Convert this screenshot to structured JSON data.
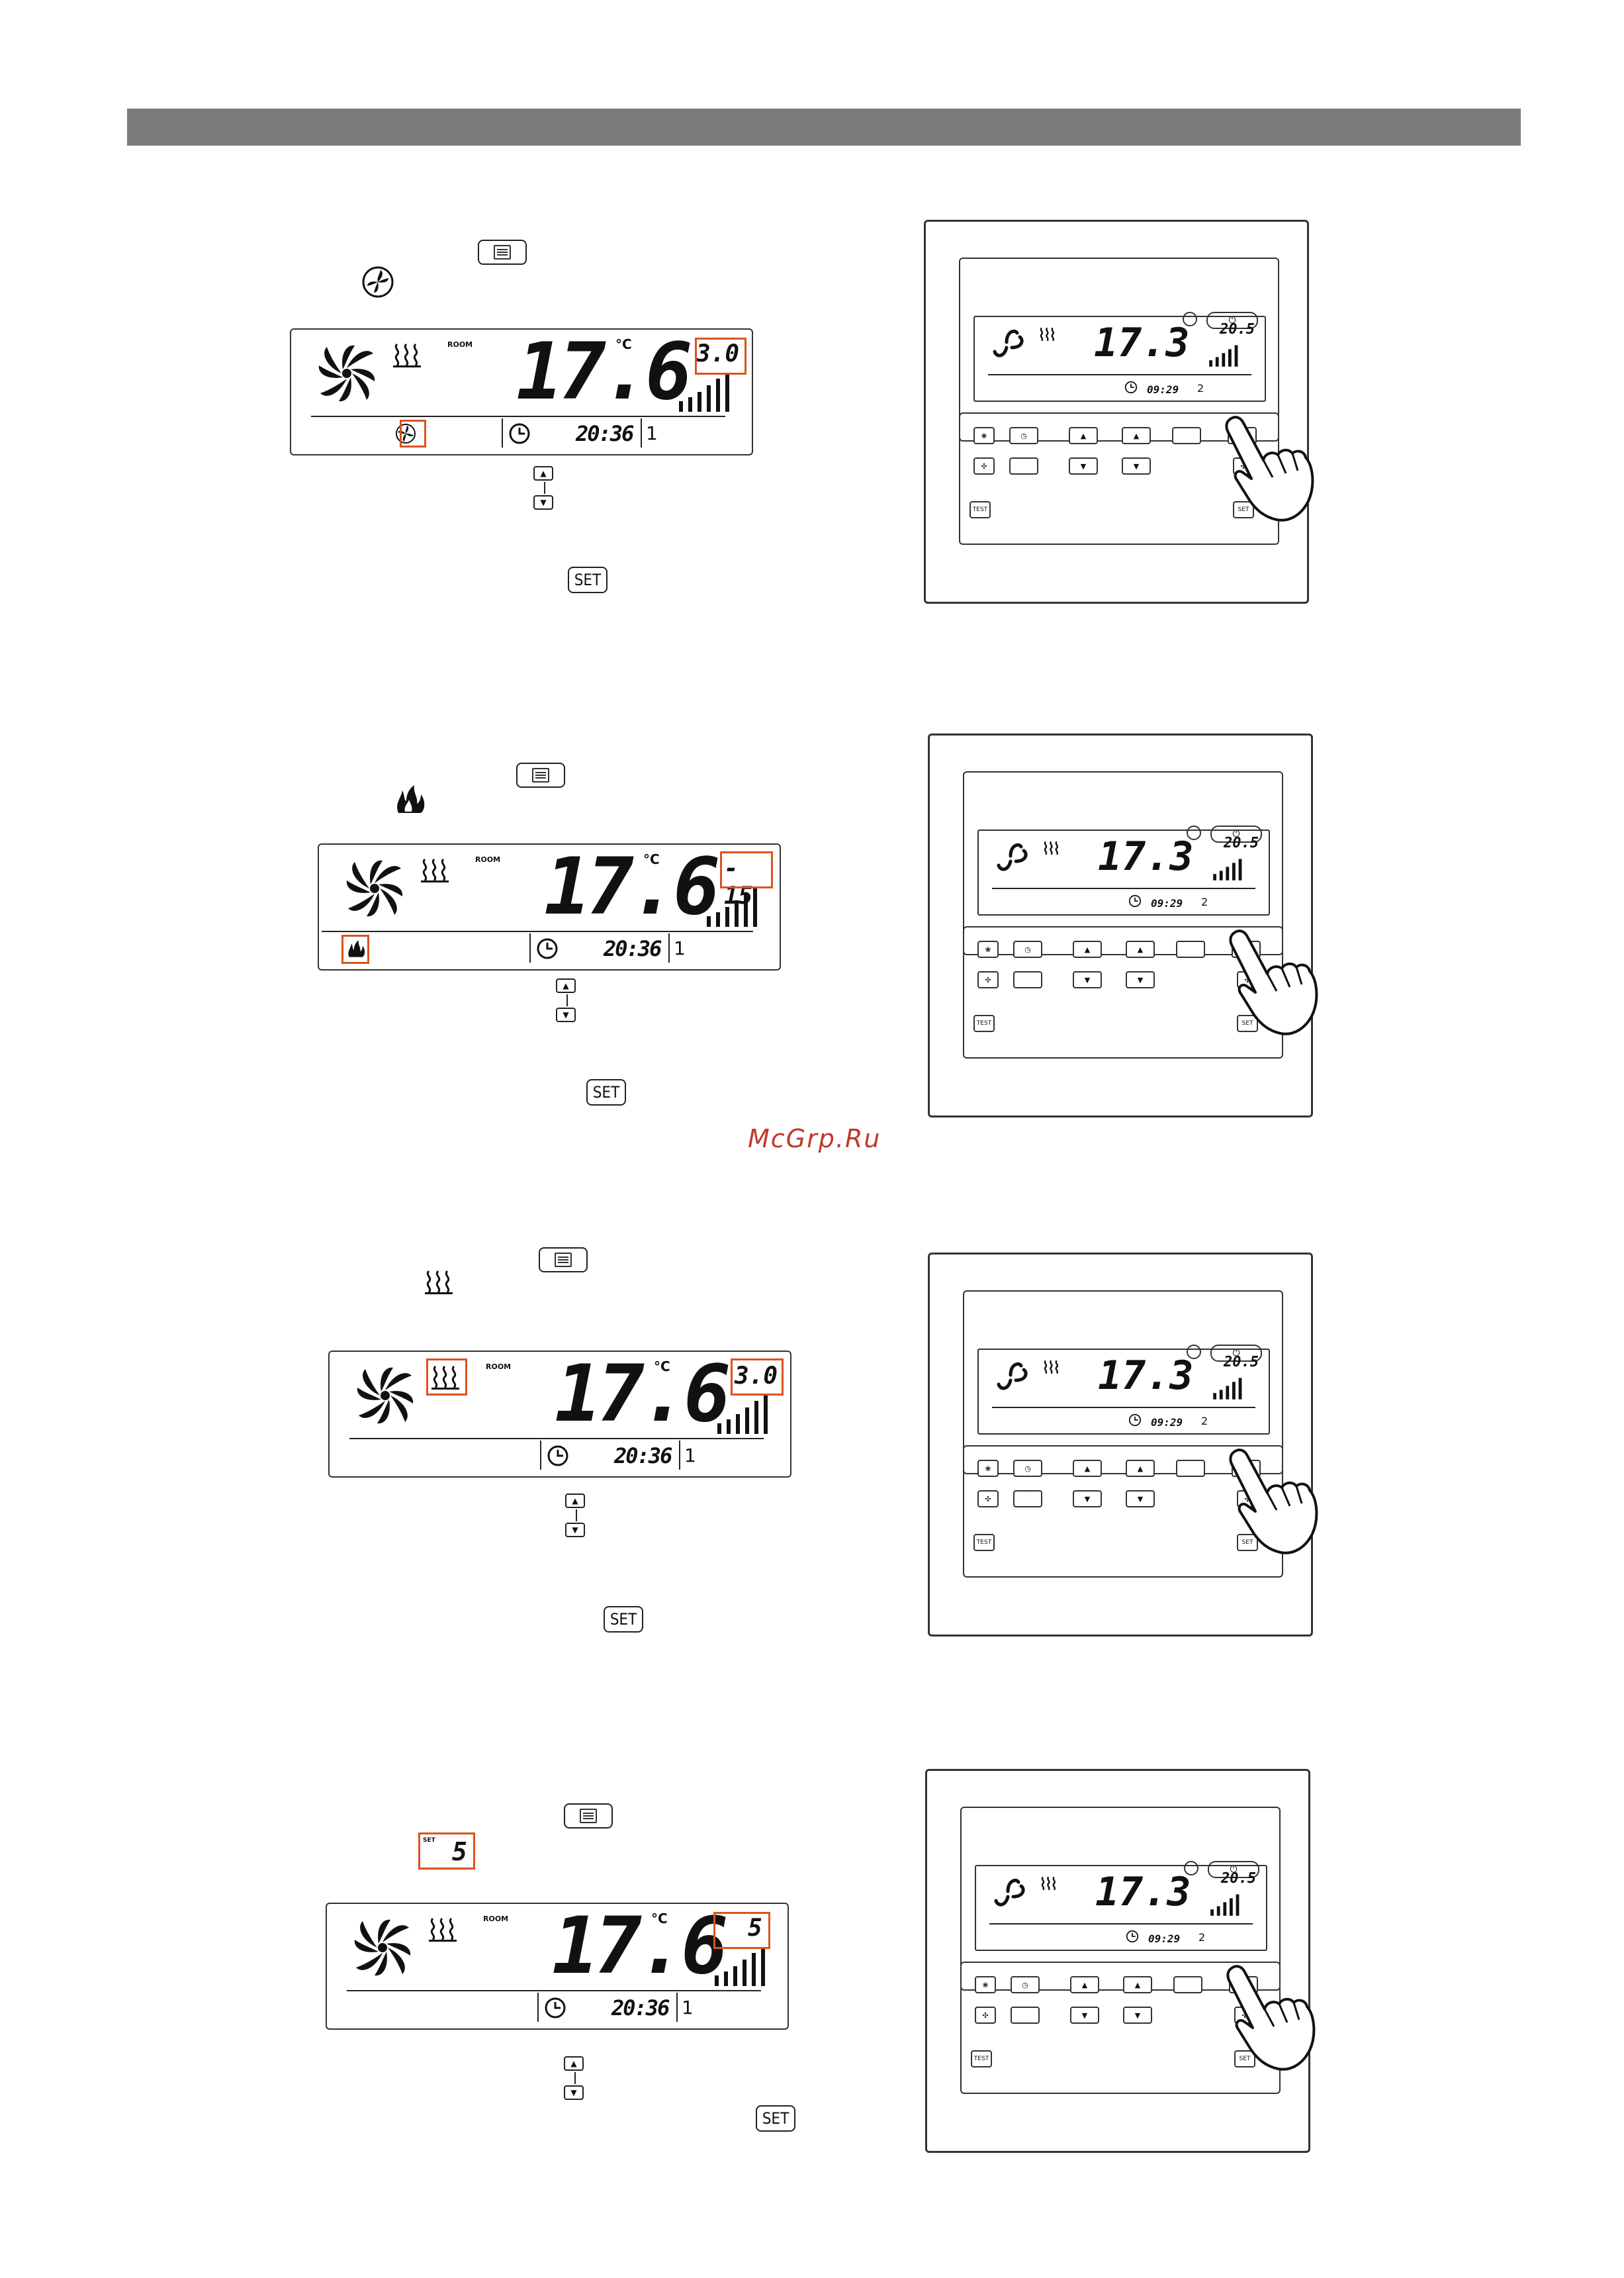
{
  "watermark": "McGrp.Ru",
  "icons": {
    "fan_blade": "fan-blade-icon",
    "heat_waves": "heat-waves-icon",
    "flame": "flame-icon",
    "clock": "clock-icon",
    "menu_key": "menu-key-icon",
    "pointing_hand": "pointing-hand-icon"
  },
  "buttons": {
    "set": "SET",
    "test": "TEST"
  },
  "colors": {
    "highlight": "#d9541e",
    "header_bar": "#7b7b7b",
    "watermark": "#c0392b"
  },
  "lcd": {
    "room_label": "ROOM",
    "temperature": "17.6",
    "unit": "°C",
    "set_label": "SET",
    "time": "20:36",
    "zone": "1"
  },
  "panel_lcd": {
    "temperature": "17.3",
    "set_temp": "20.5",
    "time": "09:29",
    "zone": "2"
  },
  "sections": [
    {
      "set_value": "3.0",
      "highlight": "fan-icon"
    },
    {
      "set_value": "- 15",
      "highlight": "flame-icon"
    },
    {
      "set_value": "3.0",
      "highlight": "heat-icon"
    },
    {
      "set_value": "5",
      "highlight": "set-value"
    }
  ]
}
